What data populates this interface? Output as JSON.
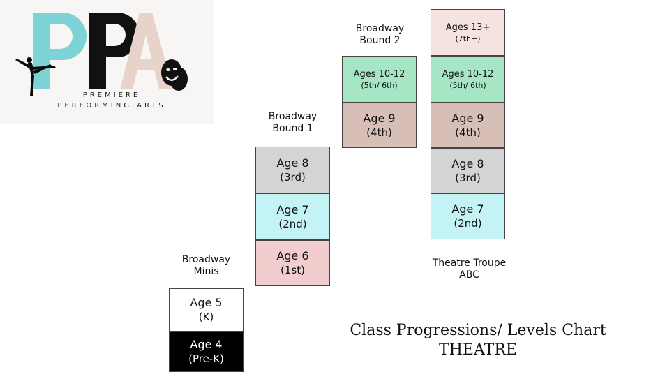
{
  "colors": {
    "teal": "#7ed3d6",
    "blush": "#eddcd5",
    "mint": "#a6e6c5",
    "mauve": "#d7beb6",
    "gray": "#d4d4d4",
    "sky": "#c4f3f5",
    "pink": "#f2cdcd",
    "black": "#000000",
    "white": "#ffffff"
  },
  "logo": {
    "monogram": "PPA",
    "line1": "PREMIERE",
    "line2": "PERFORMING ARTS",
    "icons": [
      "dancer-silhouette-icon",
      "theatre-masks-icon"
    ]
  },
  "groups": {
    "minis": {
      "label_line1": "Broadway",
      "label_line2": "Minis"
    },
    "bound1": {
      "label_line1": "Broadway",
      "label_line2": "Bound 1"
    },
    "bound2": {
      "label_line1": "Broadway",
      "label_line2": "Bound 2"
    },
    "troupe": {
      "label_line1": "Theatre Troupe",
      "label_line2": "ABC"
    }
  },
  "boxes": {
    "minis": [
      {
        "age": "Age 5",
        "grade": "(K)"
      },
      {
        "age": "Age 4",
        "grade": "(Pre-K)"
      }
    ],
    "bound1": [
      {
        "age": "Age 8",
        "grade": "(3rd)"
      },
      {
        "age": "Age 7",
        "grade": "(2nd)"
      },
      {
        "age": "Age 6",
        "grade": "(1st)"
      }
    ],
    "bound2": [
      {
        "age": "Ages 10-12",
        "grade": "(5th/ 6th)"
      },
      {
        "age": "Age 9",
        "grade": "(4th)"
      }
    ],
    "troupe": [
      {
        "age": "Ages 13+",
        "grade": "(7th+)"
      },
      {
        "age": "Ages 10-12",
        "grade": "(5th/ 6th)"
      },
      {
        "age": "Age 9",
        "grade": "(4th)"
      },
      {
        "age": "Age 8",
        "grade": "(3rd)"
      },
      {
        "age": "Age 7",
        "grade": "(2nd)"
      }
    ]
  },
  "title": {
    "line1": "Class Progressions/ Levels Chart",
    "line2": "THEATRE"
  }
}
